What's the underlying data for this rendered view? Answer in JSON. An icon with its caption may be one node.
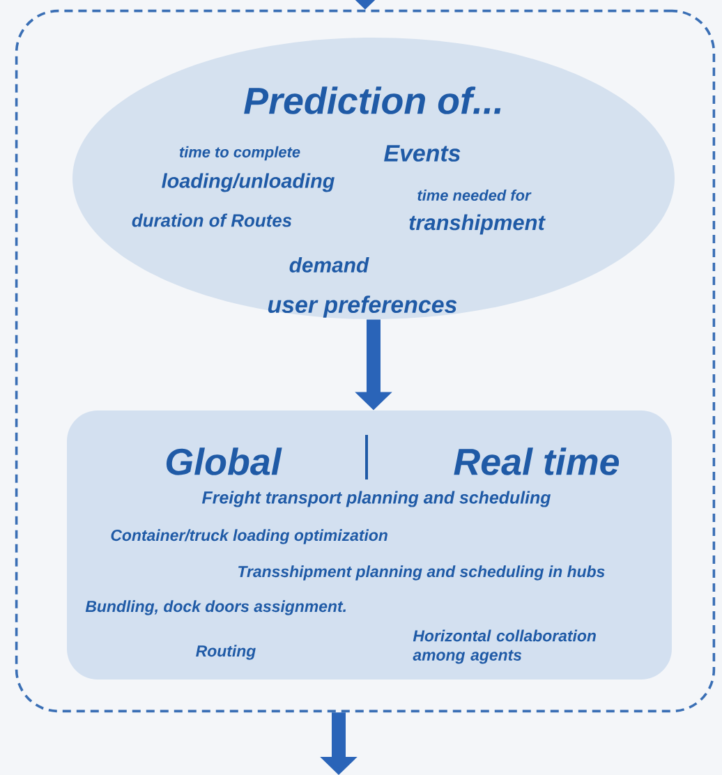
{
  "diagram": {
    "nodes": [
      {
        "text": [],
        "shape": "box"
      },
      {
        "text": [
          "Prediction of...",
          "time to complete",
          "Events",
          "loading/unloading",
          "time needed for",
          "duration of Routes",
          "transhipment",
          "demand",
          "user preferences"
        ],
        "in": 0
      },
      {
        "text": [
          "Global",
          "Real time",
          "Freight transport planning and scheduling",
          "Container/truck loading optimization",
          "Transshipment planning and scheduling in hubs",
          "Bundling, dock doors assignment.",
          "Routing",
          "Horizontal collaboration among agents"
        ],
        "in": 0
      }
    ],
    "edges": [
      {
        "from": null,
        "to": 0,
        "arrow": "to"
      },
      {
        "from": 1,
        "to": 2,
        "arrow": "to"
      },
      {
        "from": 0,
        "to": null,
        "arrow": "to"
      }
    ]
  }
}
